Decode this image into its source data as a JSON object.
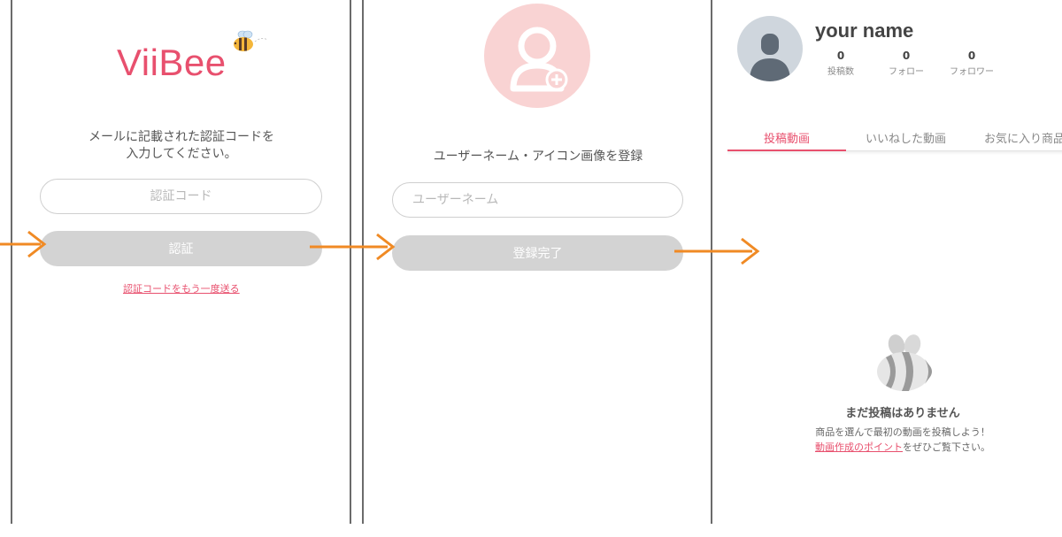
{
  "colors": {
    "brand": "#e8506e",
    "arrow": "#f08a24",
    "button_disabled": "#d3d3d3",
    "avatar_pink": "#f9d3d3"
  },
  "verify_screen": {
    "logo": "ViiBee",
    "instruction_line1": "メールに記載された認証コードを",
    "instruction_line2": "入力してください。",
    "code_placeholder": "認証コード",
    "verify_button": "認証",
    "resend_link": "認証コードをもう一度送る"
  },
  "register_screen": {
    "avatar_icon": "user-add-icon",
    "title": "ユーザーネーム・アイコン画像を登録",
    "username_placeholder": "ユーザーネーム",
    "complete_button": "登録完了"
  },
  "profile_screen": {
    "name": "your name",
    "stats": [
      {
        "value": "0",
        "label": "投稿数"
      },
      {
        "value": "0",
        "label": "フォロー"
      },
      {
        "value": "0",
        "label": "フォロワー"
      }
    ],
    "tabs": [
      "投稿動画",
      "いいねした動画",
      "お気に入り商品"
    ],
    "active_tab": "投稿動画",
    "empty_icon": "bee-icon",
    "empty_title": "まだ投稿はありません",
    "empty_subtitle": "商品を選んで最初の動画を投稿しよう！",
    "empty_link": "動画作成のポイント",
    "empty_link_suffix": "をぜひご覧下さい。"
  }
}
